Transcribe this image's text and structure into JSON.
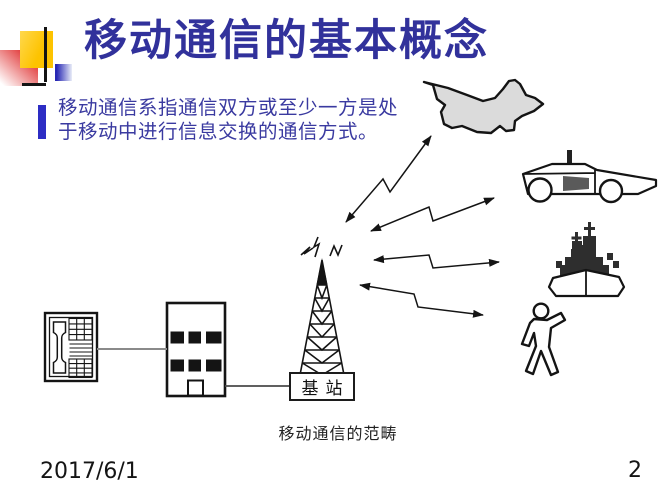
{
  "slide": {
    "title": "移动通信的基本概念",
    "bullet": {
      "text": "移动通信系指通信双方或至少一方是处于移动中进行信息交换的通信方式。"
    },
    "diagram": {
      "base_station_label": "基站",
      "caption": "移动通信的范畴",
      "nodes": [
        "telephone",
        "building",
        "base-station-tower",
        "airplane",
        "car",
        "ship",
        "pedestrian"
      ],
      "links": [
        "telephone-to-building",
        "building-to-base-station",
        "radio-wave-to-airplane",
        "radio-wave-to-car",
        "radio-wave-to-ship",
        "radio-wave-to-pedestrian"
      ]
    },
    "footer": {
      "date": "2017/6/1",
      "page_number": "2"
    },
    "colors": {
      "background": "#FFFFFF",
      "title_text": "#31319B",
      "body_text": "#3A3AA0",
      "accent_yellow": "#FDC300",
      "accent_red": "#DD2020",
      "accent_blue": "#2828B4",
      "line_black": "#1C1C1C"
    }
  }
}
